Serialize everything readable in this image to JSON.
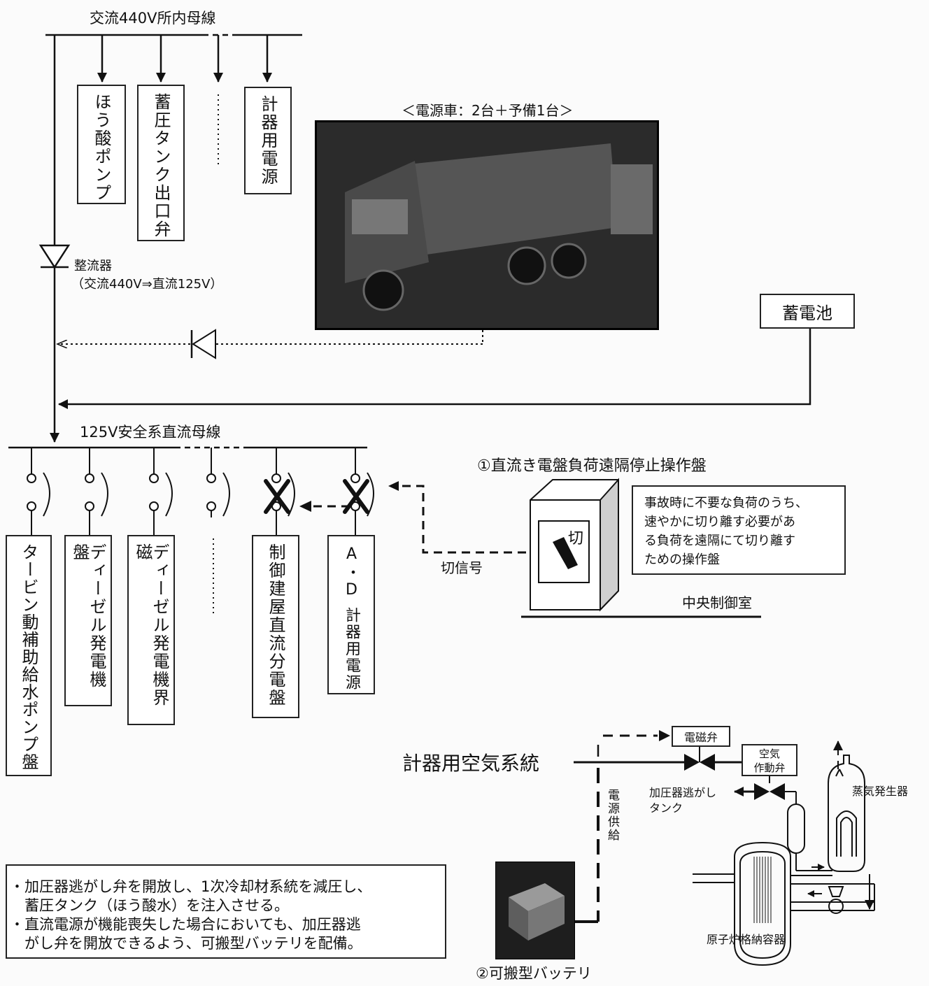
{
  "ac_bus": {
    "label": "交流440V所内母線"
  },
  "ac_loads": [
    {
      "label": "ほう酸ポンプ"
    },
    {
      "label": "蓄圧タンク出口弁"
    },
    {
      "label": "計器用電源"
    }
  ],
  "rectifier": {
    "label": "整流器",
    "sublabel": "（交流440V⇒直流125V）"
  },
  "power_vehicle": {
    "caption": "＜電源車：2台＋予備1台＞"
  },
  "battery": {
    "label": "蓄電池"
  },
  "dc_bus": {
    "label": "125V安全系直流母線"
  },
  "dc_loads": [
    {
      "label": "タービン動補助給水ポンプ盤"
    },
    {
      "label": "ディーゼル発電機盤"
    },
    {
      "label": "ディーゼル発電機界磁"
    },
    {
      "label": "制御建屋直流分電盤"
    },
    {
      "label_top": "A・D",
      "label": "計器用電源"
    }
  ],
  "remote_panel": {
    "title": "①直流き電盤負荷遠隔停止操作盤",
    "switch_label": "切",
    "signal_label": "切信号",
    "location": "中央制御室",
    "description": [
      "事故時に不要な負荷のうち、",
      "速やかに切り離す必要があ",
      "る負荷を遠隔にて切り離す",
      "ための操作盤"
    ]
  },
  "instrument_air": {
    "label": "計器用空気系統",
    "solenoid_valve": "電磁弁",
    "air_valve": [
      "空気",
      "作動弁"
    ],
    "relief_tank": [
      "加圧器逃がし",
      "タンク"
    ],
    "power_supply": "電源供給",
    "steam_generator": "蒸気発生器",
    "containment": "原子炉格納容器"
  },
  "portable_battery": {
    "label": "②可搬型バッテリ"
  },
  "notes": [
    "・加圧器逃がし弁を開放し、1次冷却材系統を減圧し、",
    "　蓄圧タンク（ほう酸水）を注入させる。",
    "・直流電源が機能喪失した場合においても、加圧器逃",
    "　がし弁を開放できるよう、可搬型バッテリを配備。"
  ]
}
